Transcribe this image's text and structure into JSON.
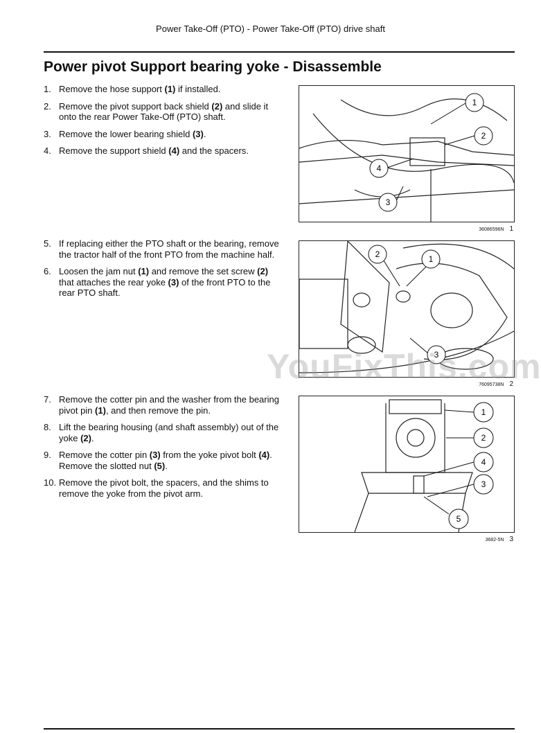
{
  "header": {
    "title": "Power Take-Off (PTO) - Power Take-Off (PTO) drive shaft"
  },
  "section": {
    "title": "Power pivot Support bearing yoke - Disassemble"
  },
  "steps": [
    {
      "n": "1.",
      "parts": [
        "Remove the hose support ",
        "(1)",
        " if installed."
      ]
    },
    {
      "n": "2.",
      "parts": [
        "Remove the pivot support back shield ",
        "(2)",
        " and slide it onto the rear Power Take-Off (PTO) shaft."
      ]
    },
    {
      "n": "3.",
      "parts": [
        "Remove the lower bearing shield ",
        "(3)",
        "."
      ]
    },
    {
      "n": "4.",
      "parts": [
        "Remove the support shield ",
        "(4)",
        " and the spacers."
      ]
    },
    {
      "n": "5.",
      "parts": [
        "If replacing either the PTO shaft or the bearing, remove the tractor half of the front PTO from the machine half.",
        "",
        ""
      ]
    },
    {
      "n": "6.",
      "parts": [
        "Loosen the jam nut ",
        "(1)",
        " and remove the set screw ",
        "(2)",
        " that attaches the rear yoke ",
        "(3)",
        " of the front PTO to the rear PTO shaft."
      ]
    },
    {
      "n": "7.",
      "parts": [
        "Remove the cotter pin and the washer from the bearing pivot pin ",
        "(1)",
        ", and then remove the pin."
      ]
    },
    {
      "n": "8.",
      "parts": [
        "Lift the bearing housing (and shaft assembly) out of the yoke ",
        "(2)",
        "."
      ]
    },
    {
      "n": "9.",
      "parts": [
        "Remove the cotter pin ",
        "(3)",
        " from the yoke pivot bolt ",
        "(4)",
        ". Remove the slotted nut ",
        "(5)",
        "."
      ]
    },
    {
      "n": "10.",
      "parts": [
        "Remove the pivot bolt, the spacers, and the shims to remove the yoke from the pivot arm.",
        "",
        ""
      ]
    }
  ],
  "figures": [
    {
      "code": "36086596N",
      "number": "1",
      "callouts": [
        "1",
        "2",
        "4",
        "3"
      ]
    },
    {
      "code": "76095738N",
      "number": "2",
      "callouts": [
        "2",
        "1",
        "3"
      ]
    },
    {
      "code": "3682-5N",
      "number": "3",
      "callouts": [
        "1",
        "2",
        "4",
        "3",
        "5"
      ]
    }
  ],
  "watermark": "YouFixThis.com"
}
